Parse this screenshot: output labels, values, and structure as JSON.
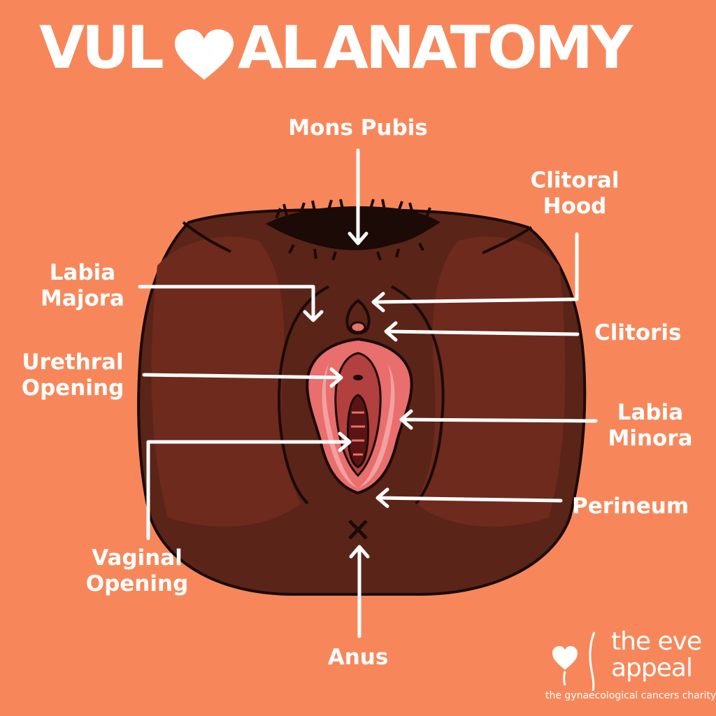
{
  "title": {
    "part1": "VUL",
    "heart_icon": "heart-icon",
    "part2": "AL",
    "part3": "ANATOMY"
  },
  "labels": {
    "mons_pubis": "Mons Pubis",
    "clitoral_hood_1": "Clitoral",
    "clitoral_hood_2": "Hood",
    "labia_majora_1": "Labia",
    "labia_majora_2": "Majora",
    "clitoris": "Clitoris",
    "urethral_opening_1": "Urethral",
    "urethral_opening_2": "Opening",
    "labia_minora_1": "Labia",
    "labia_minora_2": "Minora",
    "perineum": "Perineum",
    "vaginal_opening_1": "Vaginal",
    "vaginal_opening_2": "Opening",
    "anus": "Anus"
  },
  "logo": {
    "line1": "the eve",
    "line2": "appeal",
    "tagline": "the gynaecological cancers charity",
    "icon": "heart-icon"
  },
  "colors": {
    "background": "#F7875A",
    "skin_dark": "#5A2418",
    "skin_mid": "#6E2A1C",
    "inner_pink": "#E96E6E",
    "inner_light": "#F3A0A0",
    "text": "#FFFFFF"
  }
}
